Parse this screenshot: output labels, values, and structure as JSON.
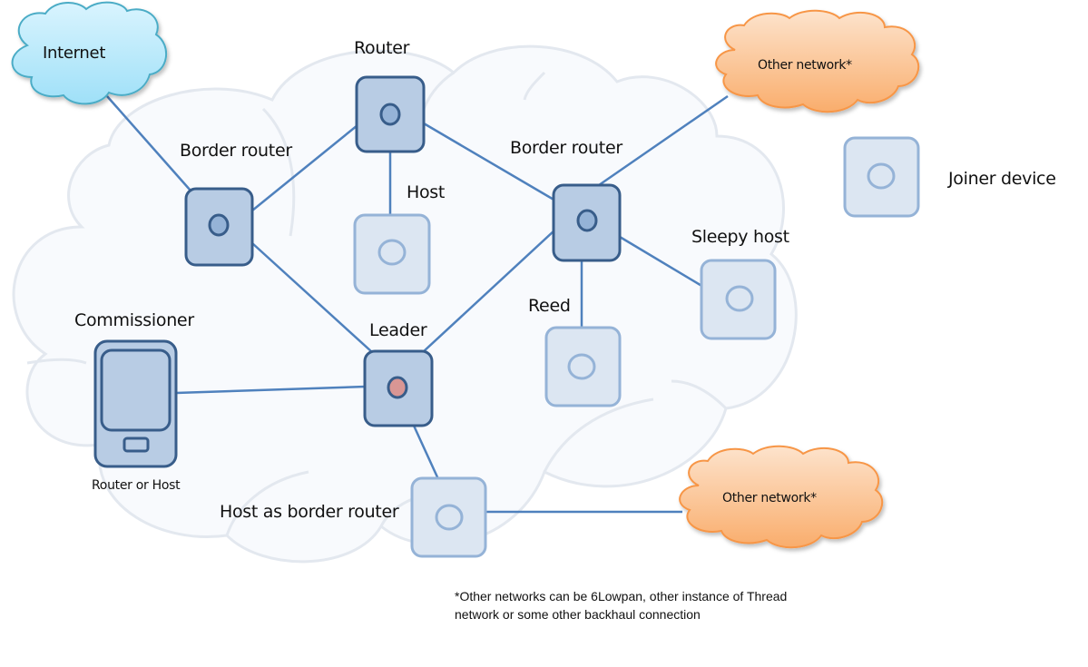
{
  "diagram": {
    "title": "Thread network topology",
    "colors": {
      "link": "#4f81bd",
      "active_fill": "#b8cce4",
      "active_stroke": "#385d8a",
      "active_dot": "#95b3d7",
      "leader_dot": "#d99694",
      "passive_fill": "#dce6f2",
      "passive_stroke": "#95b3d7",
      "mesh_cloud_stroke": "#e3e8ef",
      "mesh_cloud_fill": "#f8fafd",
      "internet_fill": "#b7e8fb",
      "internet_stroke": "#4bacc6",
      "other_fill": "#fbc08e",
      "other_stroke": "#f79646"
    },
    "clouds": [
      {
        "id": "internet",
        "label": "Internet",
        "kind": "internet"
      },
      {
        "id": "other-network-top",
        "label": "Other network*",
        "kind": "other"
      },
      {
        "id": "other-network-bottom",
        "label": "Other network*",
        "kind": "other"
      }
    ],
    "nodes": [
      {
        "id": "router",
        "label": "Router",
        "role": "router"
      },
      {
        "id": "border-router-left",
        "label": "Border router",
        "role": "router"
      },
      {
        "id": "border-router-right",
        "label": "Border router",
        "role": "router"
      },
      {
        "id": "host",
        "label": "Host",
        "role": "end-device"
      },
      {
        "id": "leader",
        "label": "Leader",
        "role": "leader"
      },
      {
        "id": "reed",
        "label": "Reed",
        "role": "end-device"
      },
      {
        "id": "sleepy-host",
        "label": "Sleepy host",
        "role": "end-device"
      },
      {
        "id": "host-as-border-router",
        "label": "Host as border router",
        "role": "end-device"
      },
      {
        "id": "joiner-device",
        "label": "Joiner device",
        "role": "end-device"
      },
      {
        "id": "commissioner",
        "label": "Commissioner",
        "sublabel": "Router or Host",
        "role": "commissioner"
      }
    ],
    "links": [
      [
        "internet",
        "border-router-left"
      ],
      [
        "border-router-left",
        "router"
      ],
      [
        "border-router-left",
        "leader"
      ],
      [
        "router",
        "host"
      ],
      [
        "router",
        "border-router-right"
      ],
      [
        "border-router-right",
        "other-network-top"
      ],
      [
        "border-router-right",
        "leader"
      ],
      [
        "border-router-right",
        "reed"
      ],
      [
        "border-router-right",
        "sleepy-host"
      ],
      [
        "commissioner",
        "leader"
      ],
      [
        "leader",
        "host-as-border-router"
      ],
      [
        "host-as-border-router",
        "other-network-bottom"
      ]
    ],
    "footnote_lines": [
      "*Other networks can be 6Lowpan, other instance of Thread",
      "network or some other backhaul connection"
    ]
  }
}
